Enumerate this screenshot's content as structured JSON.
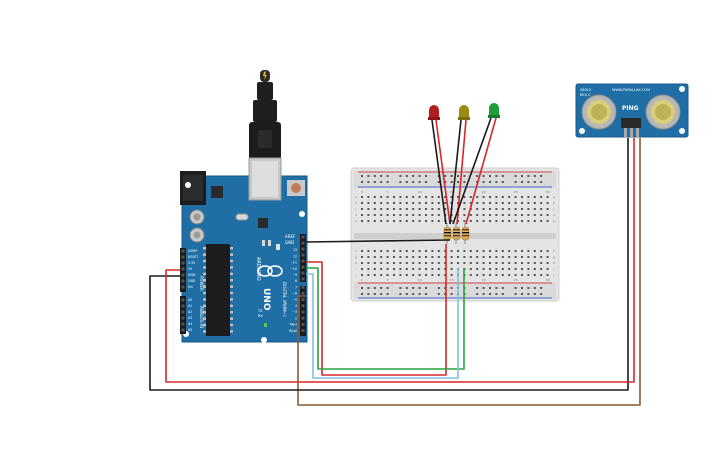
{
  "arduino": {
    "brand": "UNO",
    "logo_text": "ARDUINO",
    "label_aref": "AREF",
    "label_gnd": "GND",
    "digital_label": "DIGITAL (PWM~)",
    "power_label": "POWER",
    "analog_label": "ANALOG IN",
    "tx_label": "TX",
    "rx_label": "RX",
    "power_pins": [
      "IOREF",
      "RESET",
      "3.3V",
      "5V",
      "GND",
      "GND",
      "Vin"
    ],
    "analog_pins": [
      "A0",
      "A1",
      "A2",
      "A3",
      "A4",
      "A5"
    ],
    "digital_pins": [
      "13",
      "12",
      "~11",
      "~10",
      "~9",
      "8",
      "7",
      "~6",
      "~5",
      "4",
      "~3",
      "2",
      "TX▸1",
      "RX◂0"
    ]
  },
  "sensor": {
    "brand": "WWW.PARALLAX.COM",
    "model": "PING",
    "ver": "28015",
    "rev": "REV C"
  },
  "breadboard": {
    "col_labels": [
      "1",
      "5",
      "10",
      "15",
      "20",
      "25",
      "30"
    ],
    "row_labels_top": [
      "a",
      "b",
      "c",
      "d",
      "e"
    ],
    "row_labels_bottom": [
      "f",
      "g",
      "h",
      "i",
      "j"
    ]
  },
  "leds": [
    {
      "color": "red",
      "hex": "#b21e1e"
    },
    {
      "color": "yellow",
      "hex": "#9c8a14"
    },
    {
      "color": "green",
      "hex": "#1e9e3a"
    }
  ],
  "wire_colors": {
    "black": "#1b1b1b",
    "red": "#d62828",
    "green": "#2aa33a",
    "blue": "#7fc1e3",
    "brown": "#8a5a34"
  }
}
